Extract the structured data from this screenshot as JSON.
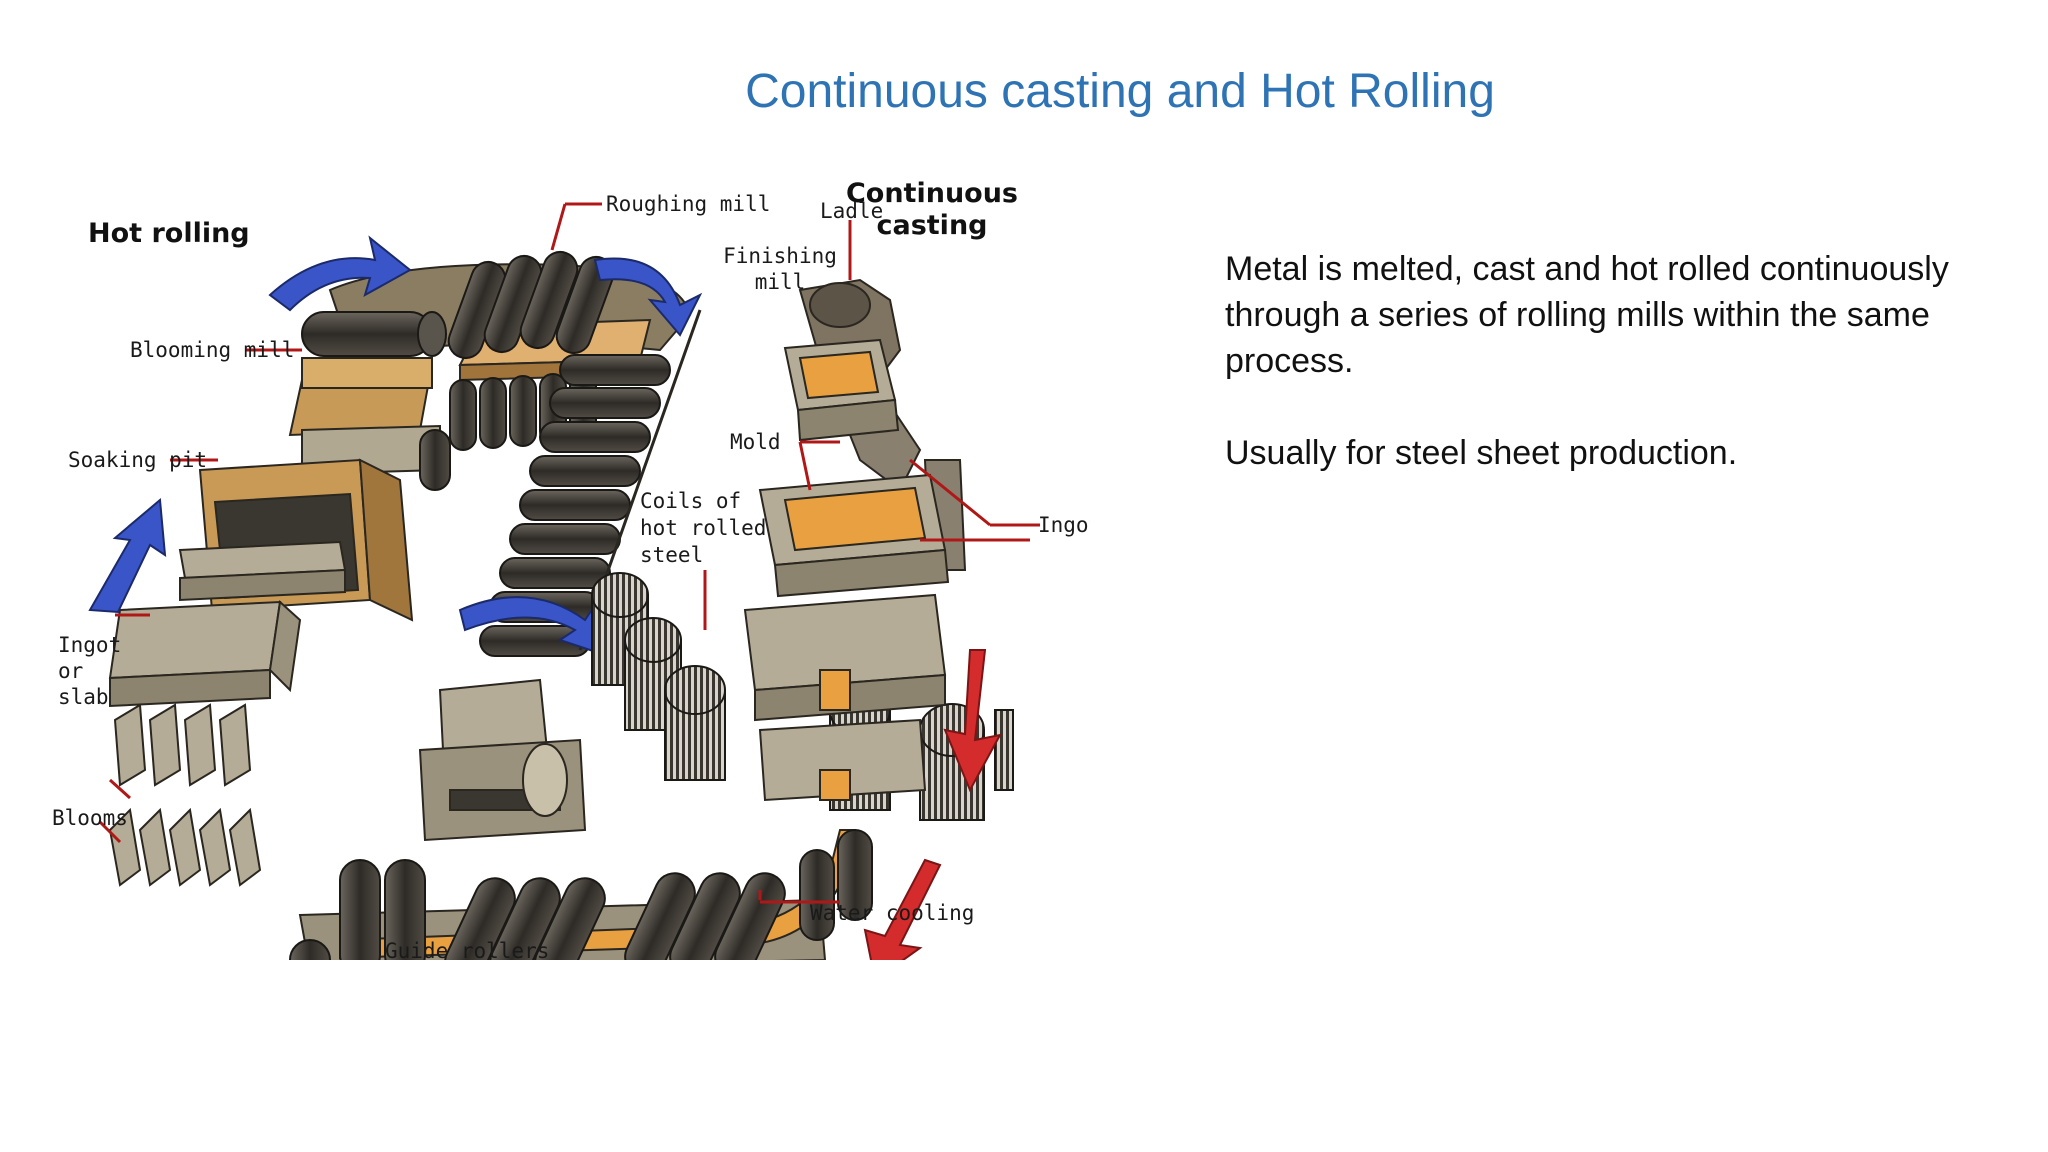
{
  "slide": {
    "title": "Continuous casting and Hot Rolling",
    "body": {
      "paragraph_1": "Metal is melted, cast and hot rolled continuously through a series of rolling mills within the same process.",
      "paragraph_2": "Usually for steel sheet production."
    }
  },
  "diagram": {
    "heading_hot_rolling": "Hot rolling",
    "heading_continuous_1": "Continuous",
    "heading_continuous_2": "casting",
    "labels": {
      "roughing_mill": "Roughing mill",
      "finishing_mill_1": "Finishing",
      "finishing_mill_2": "mill",
      "blooming_mill": "Blooming mill",
      "soaking_pit": "Soaking pit",
      "ladle": "Ladle",
      "mold": "Mold",
      "coils_1": "Coils of",
      "coils_2": "hot rolled",
      "coils_3": "steel",
      "ingots": "Ingots",
      "ingot_or_slab_1": "Ingot",
      "ingot_or_slab_2": "or",
      "ingot_or_slab_3": "slab",
      "blooms": "Blooms",
      "guide_rollers": "Guide rollers",
      "water_cooling": "Water cooling"
    },
    "colors": {
      "orange": "#e8a040",
      "tan": "#c9a062",
      "dark_roller": "#3d3a35",
      "stone": "#b0a890",
      "blue_arrow": "#3a55c8",
      "red_arrow": "#d42c2c"
    }
  }
}
